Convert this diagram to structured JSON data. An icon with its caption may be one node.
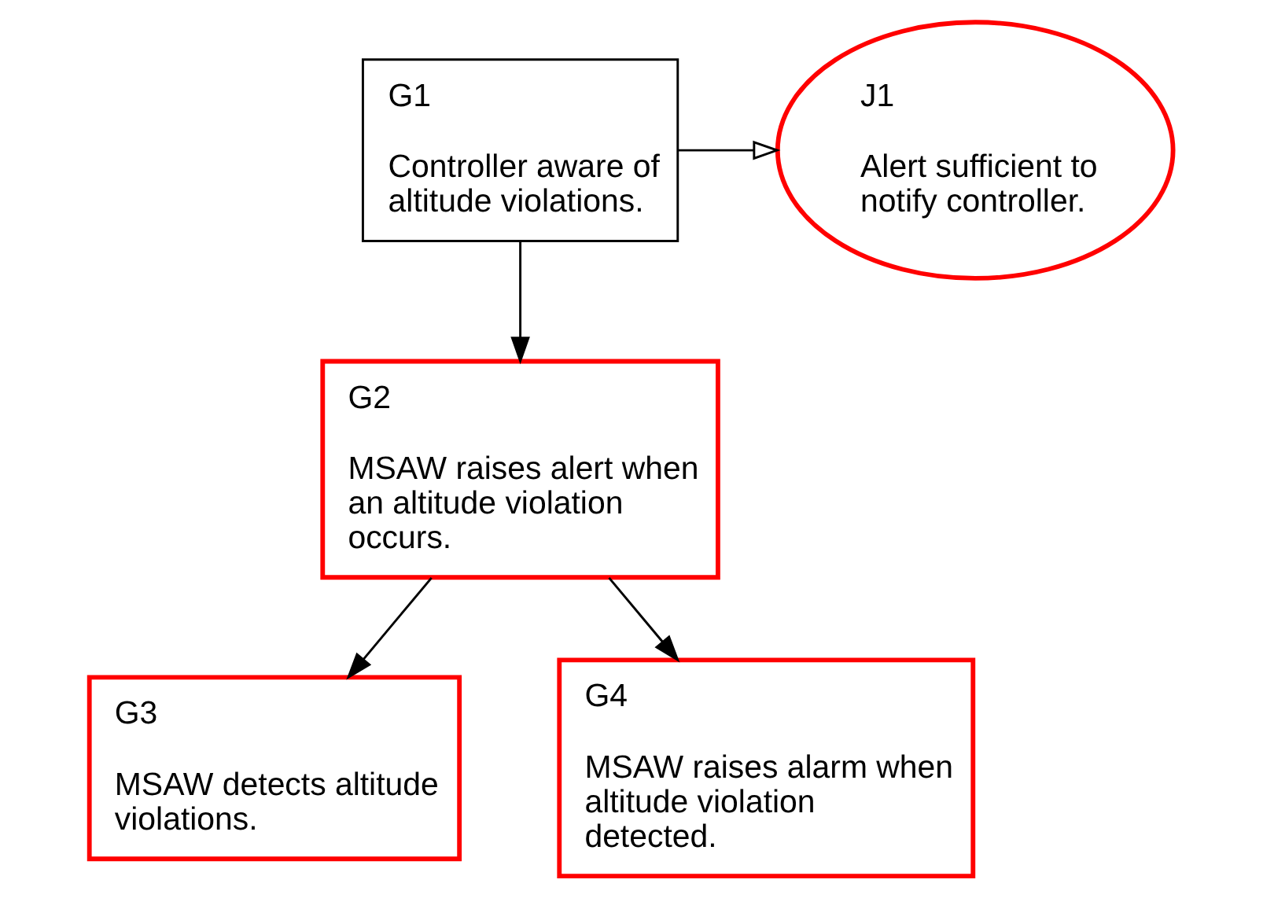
{
  "diagram": {
    "nodes": [
      {
        "text": [
          "G1",
          "Controller aware of altitude violations."
        ]
      },
      {
        "text": [
          "J1",
          "Alert sufficient to notify controller."
        ]
      },
      {
        "text": [
          "G2",
          "MSAW raises alert when an altitude violation occurs."
        ]
      },
      {
        "text": [
          "G3",
          "MSAW detects altitude violations."
        ]
      },
      {
        "text": [
          "G4",
          "MSAW raises alarm when altitude violation detected."
        ]
      }
    ],
    "edges": [
      {
        "from": 0,
        "to": 1,
        "arrow": "to"
      },
      {
        "from": 0,
        "to": 2,
        "arrow": "to"
      },
      {
        "from": 2,
        "to": 3,
        "arrow": "to"
      },
      {
        "from": 2,
        "to": 4,
        "arrow": "to"
      }
    ]
  }
}
